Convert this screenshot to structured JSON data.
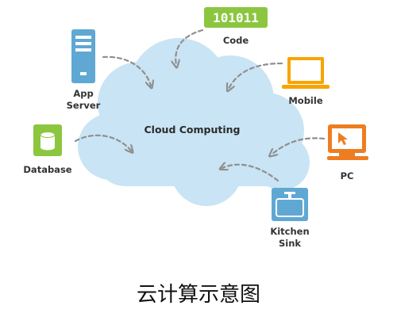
{
  "center": {
    "label": "Cloud Computing"
  },
  "nodes": {
    "code": {
      "label": "Code",
      "binary": "101011",
      "icon": "binary-code-icon",
      "color": "#8cc63f"
    },
    "app_server": {
      "label_line1": "App",
      "label_line2": "Server",
      "icon": "server-icon",
      "color": "#5fa8d3"
    },
    "mobile": {
      "label": "Mobile",
      "icon": "laptop-icon",
      "color": "#f7a400"
    },
    "database": {
      "label": "Database",
      "icon": "database-icon",
      "color": "#8cc63f"
    },
    "pc": {
      "label": "PC",
      "icon": "monitor-icon",
      "color": "#ee7d21"
    },
    "kitchen_sink": {
      "label_line1": "Kitchen",
      "label_line2": "Sink",
      "icon": "sink-icon",
      "color": "#5fa8d3"
    }
  },
  "caption": "云计算示意图",
  "colors": {
    "cloud": "#c9e4f5",
    "arrow": "#8f8f8f"
  }
}
